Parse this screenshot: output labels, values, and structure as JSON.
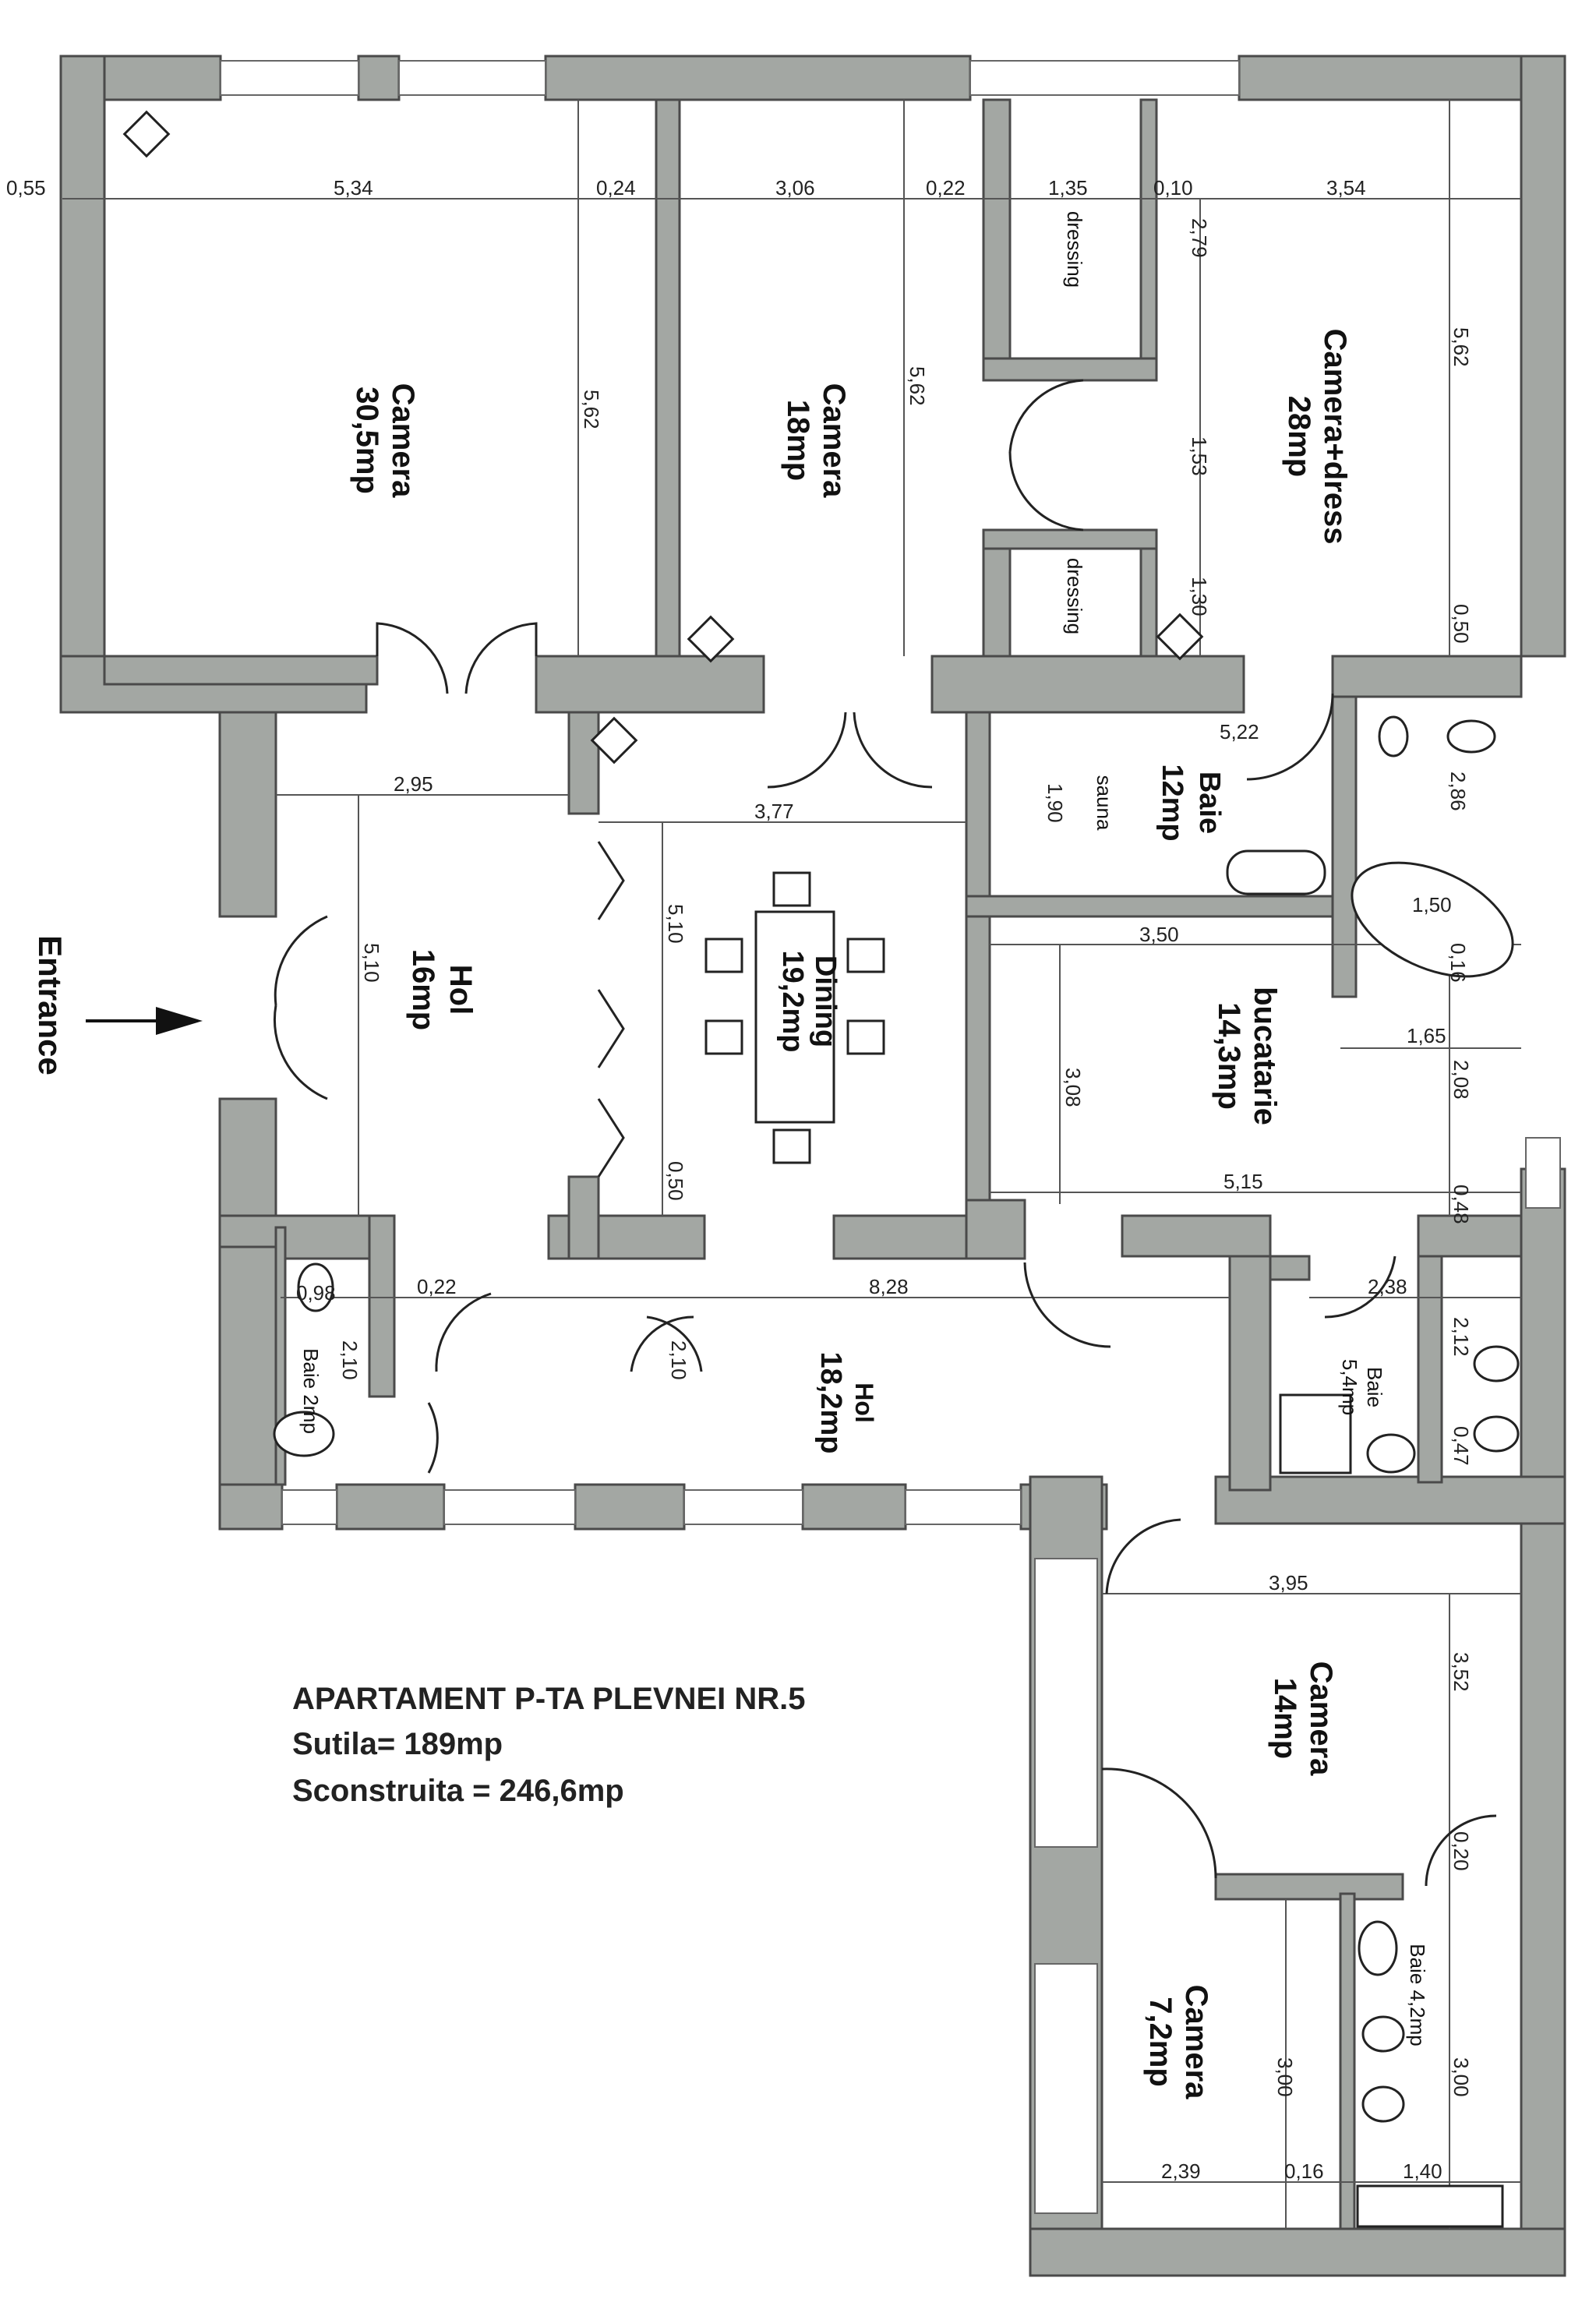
{
  "rooms": {
    "camera1": {
      "name": "Camera",
      "area": "30,5mp"
    },
    "camera2": {
      "name": "Camera",
      "area": "18mp"
    },
    "camera3": {
      "name": "Camera+dress",
      "area": "28mp"
    },
    "dressing_top": "dressing",
    "dressing_bottom": "dressing",
    "baie_sauna": {
      "name": "Baie",
      "area": "12mp",
      "sauna": "sauna"
    },
    "hol1": {
      "name": "Hol",
      "area": "16mp"
    },
    "dining": {
      "name": "Dining",
      "area": "19,2mp"
    },
    "bucatarie": {
      "name": "bucatarie",
      "area": "14,3mp"
    },
    "baie_small": "Baie 2mp",
    "hol2": {
      "name": "Hol",
      "area": "18,2mp"
    },
    "baie_mid": {
      "name": "Baie",
      "area": "5,4mp"
    },
    "camera4": {
      "name": "Camera",
      "area": "14mp"
    },
    "camera5": {
      "name": "Camera",
      "area": "7,2mp"
    },
    "baie_bottom": "Baie 4,2mp"
  },
  "dimensions": {
    "top_055": "0,55",
    "top_534": "5,34",
    "top_024": "0,24",
    "top_306": "3,06",
    "top_022": "0,22",
    "top_135": "1,35",
    "top_010": "0,10",
    "top_354": "3,54",
    "v_562a": "5,62",
    "v_562b": "5,62",
    "v_562c": "5,62",
    "v_279": "2,79",
    "v_153": "1,53",
    "v_130": "1,30",
    "v_050a": "0,50",
    "h_295": "2,95",
    "h_377": "3,77",
    "h_522": "5,22",
    "v_190": "1,90",
    "v_286": "2,86",
    "h_150": "1,50",
    "v_016": "0,16",
    "h_350": "3,50",
    "v_510a": "5,10",
    "v_510b": "5,10",
    "h_165": "1,65",
    "v_208": "2,08",
    "v_308": "3,08",
    "v_050b": "0,50",
    "h_515": "5,15",
    "v_048": "0,48",
    "h_098": "0,98",
    "h_022b": "0,22",
    "h_828": "8,28",
    "h_238": "2,38",
    "v_210a": "2,10",
    "v_210b": "2,10",
    "v_212": "2,12",
    "v_047": "0,47",
    "h_395": "3,95",
    "v_352": "3,52",
    "v_020": "0,20",
    "v_300a": "3,00",
    "v_300b": "3,00",
    "h_239": "2,39",
    "h_016": "0,16",
    "h_140": "1,40"
  },
  "entrance": "Entrance",
  "info": {
    "title": "APARTAMENT P-TA PLEVNEI NR.5",
    "sutila": "Sutila= 189mp",
    "sconstruita": "Sconstruita = 246,6mp"
  }
}
